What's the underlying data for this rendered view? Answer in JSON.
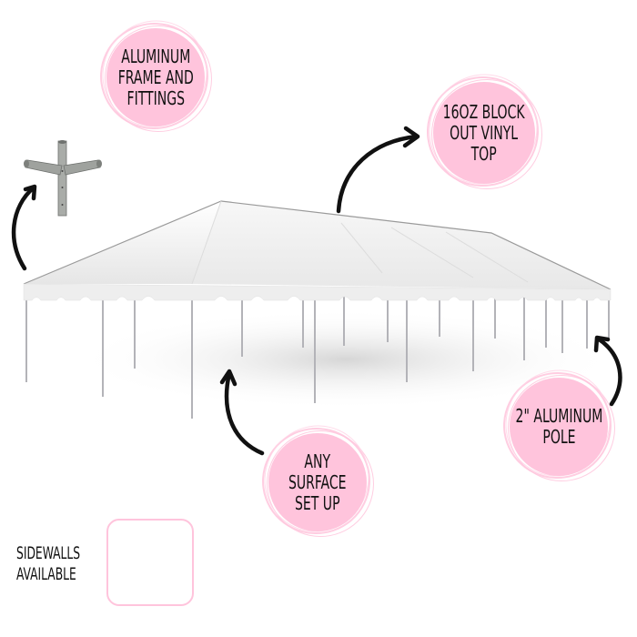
{
  "badges": {
    "frame": {
      "lines": [
        "ALUMINUM",
        "FRAME AND",
        "FITTINGS"
      ]
    },
    "top": {
      "lines": [
        "16OZ BLOCK",
        "OUT VINYL",
        "TOP"
      ]
    },
    "pole": {
      "lines": [
        "2\" ALUMINUM",
        "POLE"
      ]
    },
    "surface": {
      "lines": [
        "ANY",
        "SURFACE",
        "SET UP"
      ]
    }
  },
  "sidewalls": {
    "lines": [
      "SIDEWALLS",
      "AVAILABLE"
    ]
  },
  "icons": {
    "fitting": "aluminum-4-way-fitting",
    "sidewall": "sidewall-panel-with-arched-windows",
    "tent": "white-frame-tent"
  },
  "colors": {
    "badge_pink": "#ffc4dc",
    "text": "#111111",
    "arrow": "#111111",
    "tent_top": "#f2f2f2",
    "pole": "#a8a8ae"
  }
}
